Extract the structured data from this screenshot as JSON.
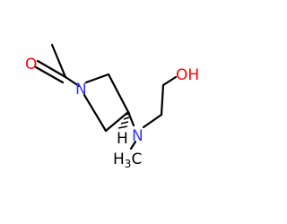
{
  "molecule": {
    "atoms": {
      "oxygen_carbonyl": "O",
      "nitrogen_ring": "N",
      "hydrogen_stereo": "H",
      "nitrogen_amine": "N",
      "hydroxyl": "OH",
      "methyl_main": "H",
      "methyl_sub": "3",
      "methyl_c": "C"
    },
    "colors": {
      "oxygen": "#ff0000",
      "nitrogen": "#3333ff",
      "carbon": "#000000",
      "hydrogen": "#000000"
    }
  }
}
